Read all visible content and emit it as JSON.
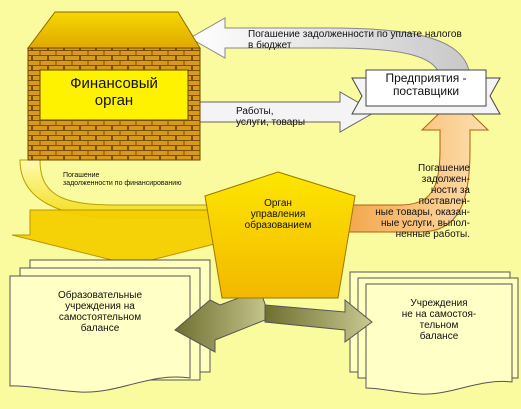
{
  "nodes": {
    "financial_organ": "Финансовый\nорган",
    "suppliers": "Предприятия -\nпоставщики",
    "education_management": "Орган\nуправления\nобразованием",
    "self_balance_institutions": "Образовательные\nучреждения на\nсамостоятельном\nбалансе",
    "non_self_balance_institutions": "Учреждения\nне на самостоя-\nтельном\nбалансе"
  },
  "edges": {
    "tax_debt_repayment": "Погашение задолженности по уплате\nналогов\nв бюджет",
    "works_services_goods": "Работы,\nуслуги, товары",
    "funding_debt_repayment": "Погашение\nзадолженности по финансированию",
    "supplier_debt_repayment": "Погашение\nзадолжен-\nности за\nпоставлен-\nные товары, оказан-\nные услуги, выпол-\nненные работы."
  },
  "colors": {
    "background": "#fafa9e",
    "brick": "#b8860b",
    "roof": "#e8bc00",
    "pentagon": "#f5c800",
    "document": "#ffffc6",
    "arrow_yellow": "#f7e700",
    "arrow_orange": "#e07a18",
    "arrow_gray": "#dcdcdc",
    "arrow_olive": "#8a8a4a"
  }
}
